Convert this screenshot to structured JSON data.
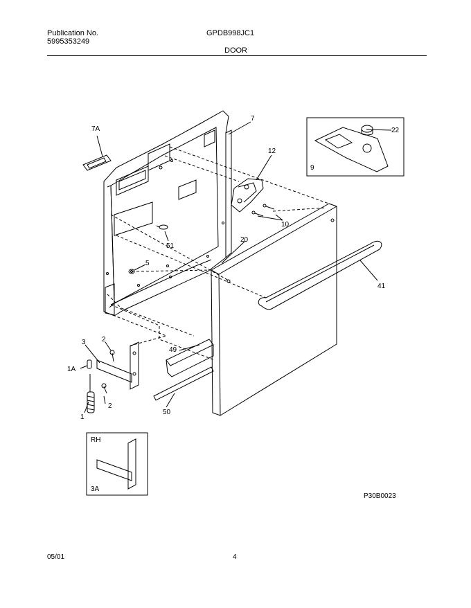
{
  "header": {
    "publication_label": "Publication No.",
    "publication_number": "5995353249",
    "model": "GPDB998JC1",
    "section": "DOOR"
  },
  "callouts": {
    "c7A": "7A",
    "c7": "7",
    "c12": "12",
    "c22": "22",
    "c9": "9",
    "c10": "10",
    "c20": "20",
    "c51": "51",
    "c5": "5",
    "c41": "41",
    "c3": "3",
    "c2a": "2",
    "c49": "49",
    "c1A": "1A",
    "c2b": "2",
    "c1": "1",
    "c50": "50",
    "cRH": "RH",
    "c3A": "3A"
  },
  "diagram_id": "P30B0023",
  "footer": {
    "date": "05/01",
    "page": "4"
  }
}
